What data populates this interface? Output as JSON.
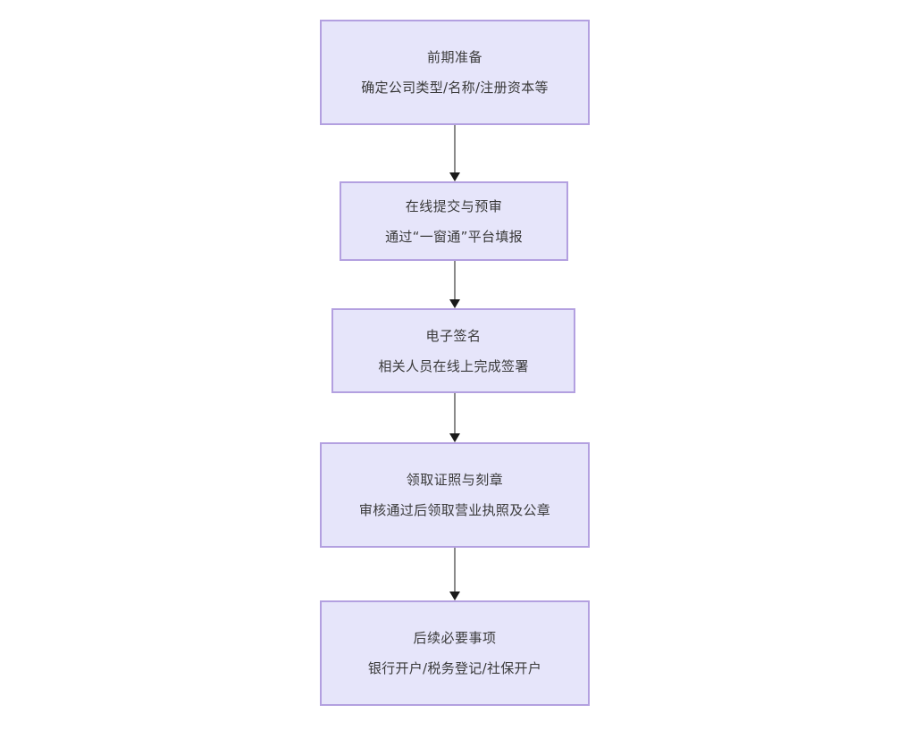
{
  "diagram": {
    "type": "flowchart",
    "orientation": "vertical",
    "colors": {
      "node_fill": "#e6e5fa",
      "node_border": "#b3a0e0",
      "text": "#3a3a3a",
      "connector_line": "#8a8a8a",
      "arrow_head": "#1a1a1a",
      "background": "#ffffff"
    },
    "nodes": [
      {
        "id": "node-1",
        "title": "前期准备",
        "desc": "确定公司类型/名称/注册资本等"
      },
      {
        "id": "node-2",
        "title": "在线提交与预审",
        "desc": "通过“一窗通”平台填报"
      },
      {
        "id": "node-3",
        "title": "电子签名",
        "desc": "相关人员在线上完成签署"
      },
      {
        "id": "node-4",
        "title": "领取证照与刻章",
        "desc": "审核通过后领取营业执照及公章"
      },
      {
        "id": "node-5",
        "title": "后续必要事项",
        "desc": "银行开户/税务登记/社保开户"
      }
    ],
    "connectors": [
      {
        "id": "conn-1",
        "from": "node-1",
        "to": "node-2",
        "arrow": "down-arrow-icon"
      },
      {
        "id": "conn-2",
        "from": "node-2",
        "to": "node-3",
        "arrow": "down-arrow-icon"
      },
      {
        "id": "conn-3",
        "from": "node-3",
        "to": "node-4",
        "arrow": "down-arrow-icon"
      },
      {
        "id": "conn-4",
        "from": "node-4",
        "to": "node-5",
        "arrow": "down-arrow-icon"
      }
    ]
  }
}
